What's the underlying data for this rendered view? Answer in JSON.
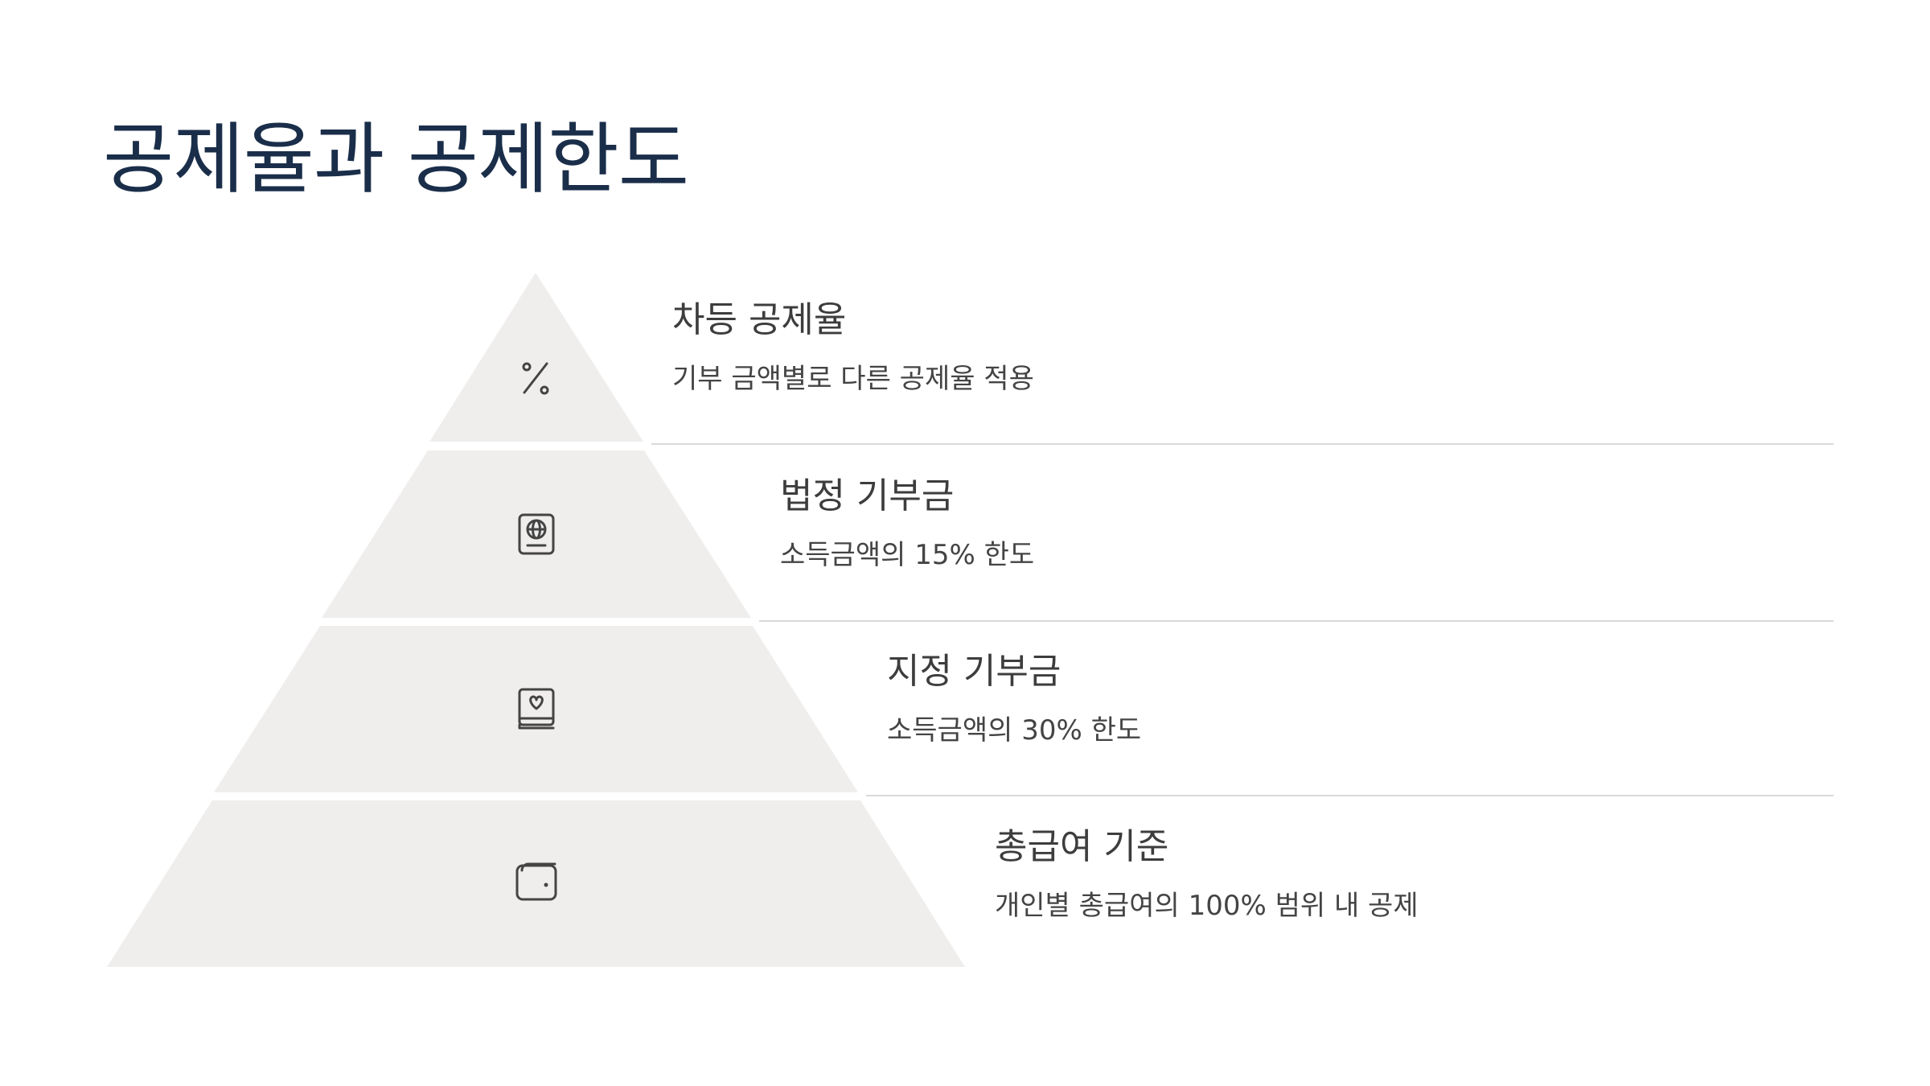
{
  "slide": {
    "title": "공제율과 공제한도"
  },
  "colors": {
    "title": "#1a2e4a",
    "tier_fill": "#f0eeed",
    "divider": "#d9d9d9",
    "icon_stroke": "#444444",
    "text": "#3d3d3d"
  },
  "pyramid": {
    "tiers": [
      {
        "heading": "차등 공제율",
        "description": "기부 금액별로 다른 공제율 적용",
        "icon": "percent-icon"
      },
      {
        "heading": "법정 기부금",
        "description": "소득금액의 15% 한도",
        "icon": "passport-globe-icon"
      },
      {
        "heading": "지정 기부금",
        "description": "소득금액의 30% 한도",
        "icon": "book-heart-icon"
      },
      {
        "heading": "총급여 기준",
        "description": "개인별 총급여의 100% 범위 내 공제",
        "icon": "wallet-icon"
      }
    ]
  }
}
